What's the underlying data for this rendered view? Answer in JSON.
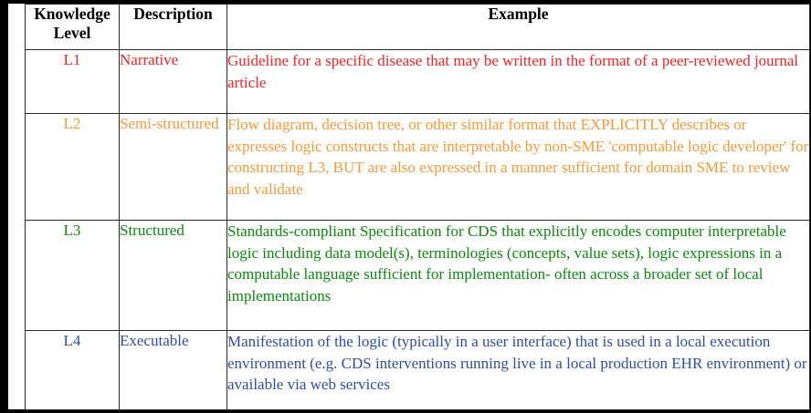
{
  "table": {
    "headers": {
      "level": "Knowledge Level",
      "description": "Description",
      "example": "Example"
    },
    "rows": [
      {
        "level": "L1",
        "description": "Narrative",
        "example": "Guideline for a specific disease that may be written in the format of a peer-reviewed journal article",
        "color": "#fb2222"
      },
      {
        "level": "L2",
        "description": "Semi-structured",
        "example": "Flow diagram, decision tree, or other similar format that EXPLICITLY describes or expresses logic constructs that are interpretable by non-SME 'computable logic developer' for constructing L3, BUT are also expressed in a manner sufficient for domain SME to review and validate",
        "color": "#fb9837"
      },
      {
        "level": "L3",
        "description": "Structured",
        "example": "Standards-compliant Specification for CDS that explicitly encodes computer interpretable logic including data model(s), terminologies (concepts, value sets), logic expressions in a computable language sufficient for implementation- often across a broader set of local implementations",
        "color": "#0a8a0a"
      },
      {
        "level": "L4",
        "description": "Executable",
        "example": "Manifestation of the logic (typically in a user interface) that is used in a local execution environment (e.g. CDS interventions running live in a local production EHR environment) or available via web services",
        "color": "#2b4fa2"
      }
    ]
  }
}
